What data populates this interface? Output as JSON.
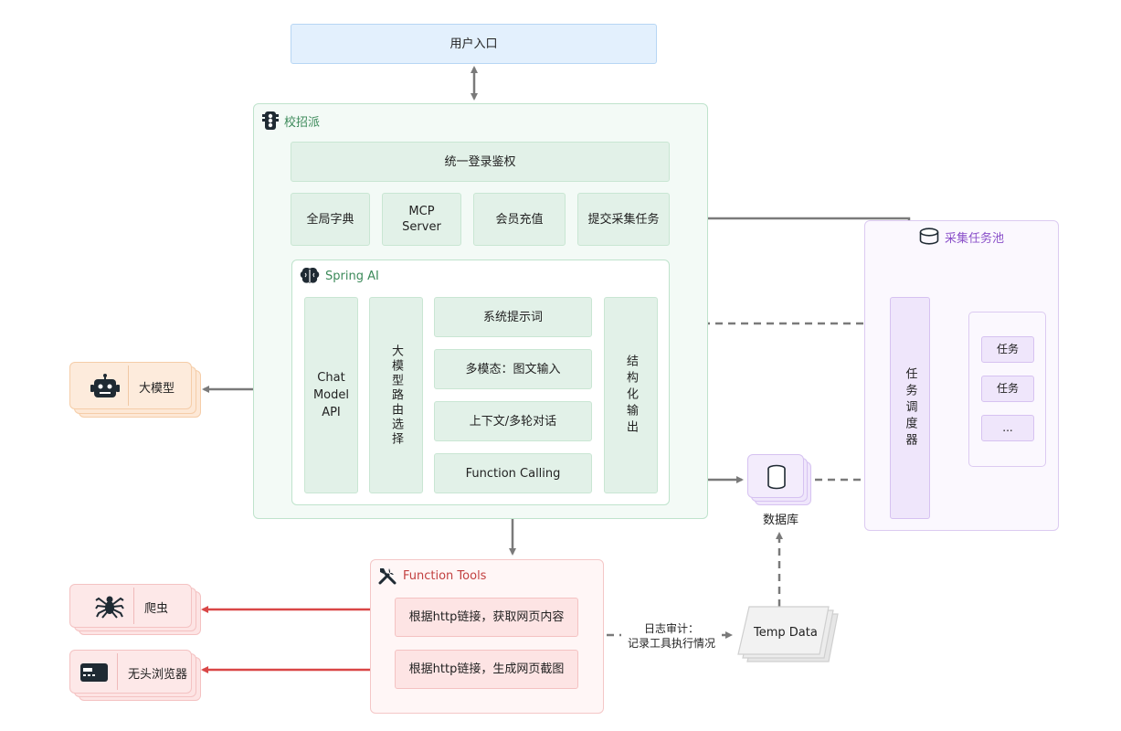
{
  "user_entry": "用户入口",
  "main_group": {
    "title": "校招派",
    "auth": "统一登录鉴权",
    "modules": [
      "全局字典",
      "MCP\nServer",
      "会员充值",
      "提交采集任务"
    ]
  },
  "spring_ai": {
    "title": "Spring AI",
    "chat_model_api": "Chat\nModel\nAPI",
    "model_routing": "大模型路由选择",
    "features": [
      "系统提示词",
      "多模态：图文输入",
      "上下文/多轮对话",
      "Function Calling"
    ],
    "structured_output": "结构化输出"
  },
  "llm": "大模型",
  "task_pool": {
    "title": "采集任务池",
    "scheduler": "任务调度器",
    "tasks": [
      "任务",
      "任务",
      "..."
    ]
  },
  "database": "数据库",
  "temp_data": "Temp Data",
  "audit_log": "日志审计：\n记录工具执行情况",
  "function_tools": {
    "title": "Function Tools",
    "tools": [
      "根据http链接，获取网页内容",
      "根据http链接，生成网页截图"
    ]
  },
  "crawler": "爬虫",
  "headless_browser": "无头浏览器",
  "colors": {
    "green": "#3c8a5a",
    "purple": "#8a50c9",
    "red": "#d14a4a",
    "arrow": "#7a7a7a"
  }
}
